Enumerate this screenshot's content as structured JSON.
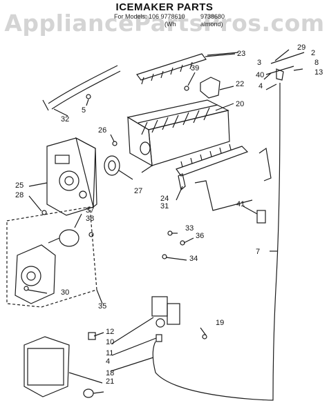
{
  "watermark": "AppliancePartsPros.com",
  "title": "ICEMAKER PARTS",
  "subtitle": {
    "models_prefix": "For Models: 106 9778610",
    "models_suffix": "9738680",
    "paren_left": "(Wh",
    "paren_right": "almond)"
  },
  "callouts": [
    "29",
    "2",
    "3",
    "8",
    "13",
    "40",
    "4",
    "23",
    "39",
    "22",
    "20",
    "5",
    "32",
    "26",
    "25",
    "28",
    "27",
    "24",
    "31",
    "41",
    "37",
    "38",
    "33",
    "36",
    "34",
    "7",
    "30",
    "35",
    "12",
    "10",
    "11",
    "19",
    "4",
    "18",
    "21"
  ],
  "icons": [
    "icemaker-mold-assembly",
    "ejector-blade",
    "fill-cup",
    "stripper",
    "shutoff-arm",
    "module-housing",
    "motor",
    "mounting-plate",
    "water-tube",
    "water-valve",
    "filter-cover",
    "knob"
  ]
}
